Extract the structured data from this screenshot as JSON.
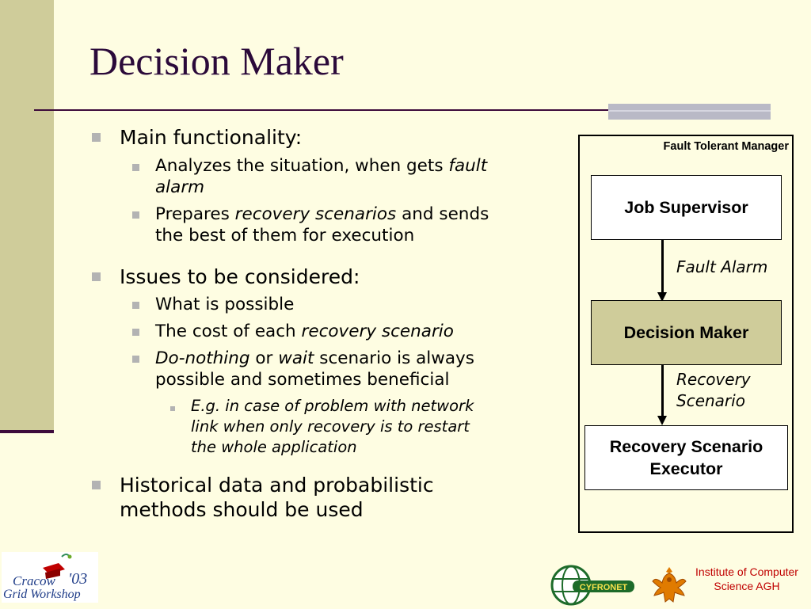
{
  "slide": {
    "title": "Decision Maker"
  },
  "bullets": {
    "main": {
      "label": "Main functionality:",
      "items": [
        {
          "pre": "Analyzes the situation, when gets ",
          "em": "fault",
          "line2_em": "alarm"
        },
        {
          "pre": "Prepares ",
          "em": "recovery scenarios",
          "post": " and sends",
          "line2": "the best of them for execution"
        }
      ]
    },
    "issues": {
      "label": "Issues to be considered:",
      "items": [
        {
          "text": "What is possible"
        },
        {
          "pre": "The cost of each ",
          "em": "recovery scenario"
        },
        {
          "em1": "Do-nothing",
          "mid": " or ",
          "em2": "wait",
          "post": " scenario is always",
          "line2": "possible and sometimes beneficial"
        }
      ],
      "sub": {
        "line1": "E.g. in case of problem with network",
        "line2": "link when only recovery is to restart",
        "line3": "the whole application"
      }
    },
    "historical": {
      "line1": "Historical data and probabilistic",
      "line2": "methods should be used"
    }
  },
  "diagram": {
    "panel_title": "Fault Tolerant Manager",
    "nodes": {
      "job_supervisor": "Job Supervisor",
      "decision_maker": "Decision Maker",
      "rse_line1": "Recovery Scenario",
      "rse_line2": "Executor"
    },
    "edges": {
      "fault_alarm": "Fault Alarm",
      "recovery_line1": "Recovery",
      "recovery_line2": "Scenario"
    }
  },
  "footer": {
    "workshop_line1": "Cracow",
    "workshop_year": "'03",
    "workshop_line2": "Grid Workshop",
    "cyfronet": "CYFRONET",
    "institute_line1": "Institute of Computer",
    "institute_line2": "Science AGH"
  },
  "colors": {
    "background": "#fefde2",
    "band": "#cfcc9a",
    "title": "#2b0a3a",
    "institute": "#c00000"
  },
  "icons": [
    "square-bullet-icon",
    "crown-icon",
    "eagle-icon",
    "globe-icon"
  ]
}
